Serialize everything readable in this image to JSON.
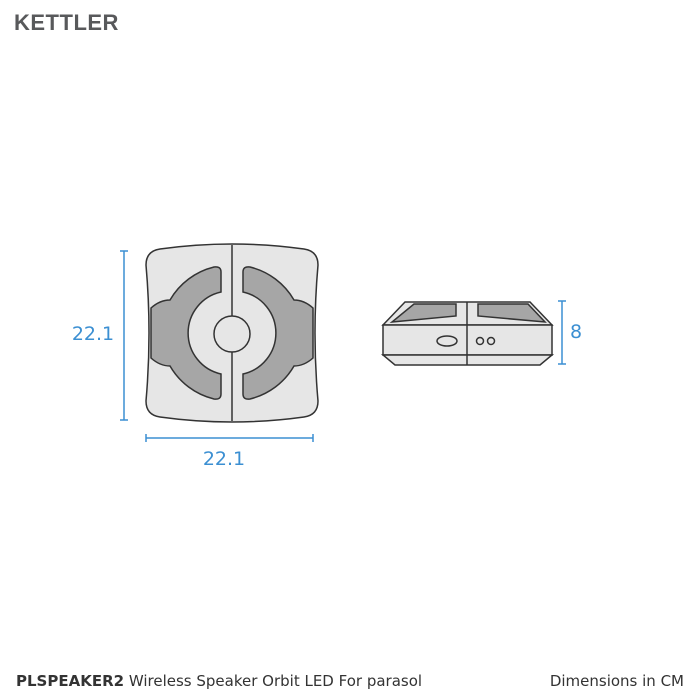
{
  "brand": "KETTLER",
  "product": {
    "code": "PLSPEAKER2",
    "name": "Wireless Speaker Orbit LED For parasol"
  },
  "units_label": "Dimensions in CM",
  "dimensions": {
    "height": "22.1",
    "width": "22.1",
    "depth": "8"
  },
  "colors": {
    "dimension": "#3b8fd2",
    "outline": "#333333",
    "body": "#e6e6e6",
    "grille": "#a6a6a6",
    "logo": "#58595b"
  }
}
